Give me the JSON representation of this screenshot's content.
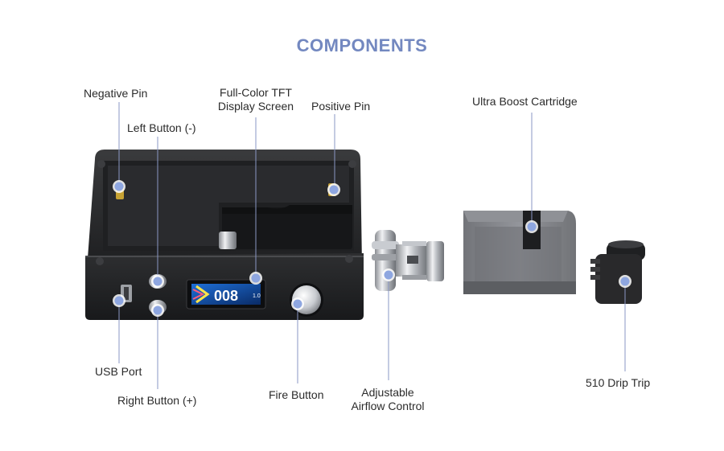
{
  "title": "COMPONENTS",
  "accent_color": "#7388c0",
  "labels": {
    "negative_pin": "Negative Pin",
    "left_button": "Left Button (-)",
    "display_line1": "Full-Color TFT",
    "display_line2": "Display Screen",
    "positive_pin": "Positive Pin",
    "cartridge": "Ultra Boost Cartridge",
    "usb_port": "USB Port",
    "right_button": "Right Button (+)",
    "fire_button": "Fire Button",
    "airflow_line1": "Adjustable",
    "airflow_line2": "Airflow Control",
    "drip_tip": "510 Drip Trip"
  },
  "screen": {
    "digits": "008",
    "small": "1.0"
  }
}
